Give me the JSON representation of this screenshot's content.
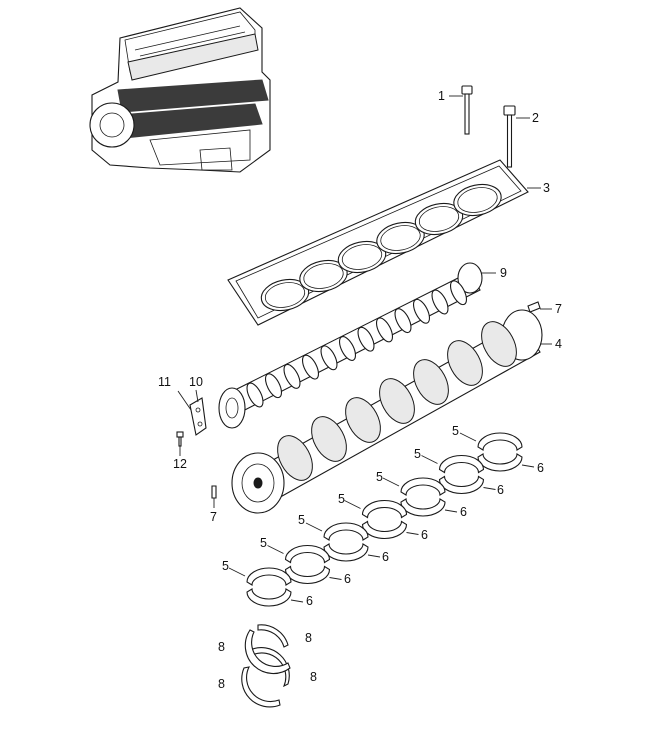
{
  "callouts": [
    {
      "id": "c1",
      "label": "1"
    },
    {
      "id": "c2",
      "label": "2"
    },
    {
      "id": "c3",
      "label": "3"
    },
    {
      "id": "c4",
      "label": "4"
    },
    {
      "id": "c5a",
      "label": "5"
    },
    {
      "id": "c5b",
      "label": "5"
    },
    {
      "id": "c5c",
      "label": "5"
    },
    {
      "id": "c5d",
      "label": "5"
    },
    {
      "id": "c5e",
      "label": "5"
    },
    {
      "id": "c5f",
      "label": "5"
    },
    {
      "id": "c5g",
      "label": "5"
    },
    {
      "id": "c6a",
      "label": "6"
    },
    {
      "id": "c6b",
      "label": "6"
    },
    {
      "id": "c6c",
      "label": "6"
    },
    {
      "id": "c6d",
      "label": "6"
    },
    {
      "id": "c6e",
      "label": "6"
    },
    {
      "id": "c6f",
      "label": "6"
    },
    {
      "id": "c6g",
      "label": "6"
    },
    {
      "id": "c7a",
      "label": "7"
    },
    {
      "id": "c7b",
      "label": "7"
    },
    {
      "id": "c8a",
      "label": "8"
    },
    {
      "id": "c8b",
      "label": "8"
    },
    {
      "id": "c8c",
      "label": "8"
    },
    {
      "id": "c8d",
      "label": "8"
    },
    {
      "id": "c9",
      "label": "9"
    },
    {
      "id": "c10",
      "label": "10"
    },
    {
      "id": "c11",
      "label": "11"
    },
    {
      "id": "c12",
      "label": "12"
    }
  ],
  "colors": {
    "ink": "#1a1a1a",
    "background": "#ffffff",
    "shade": "#e9e9e9"
  }
}
